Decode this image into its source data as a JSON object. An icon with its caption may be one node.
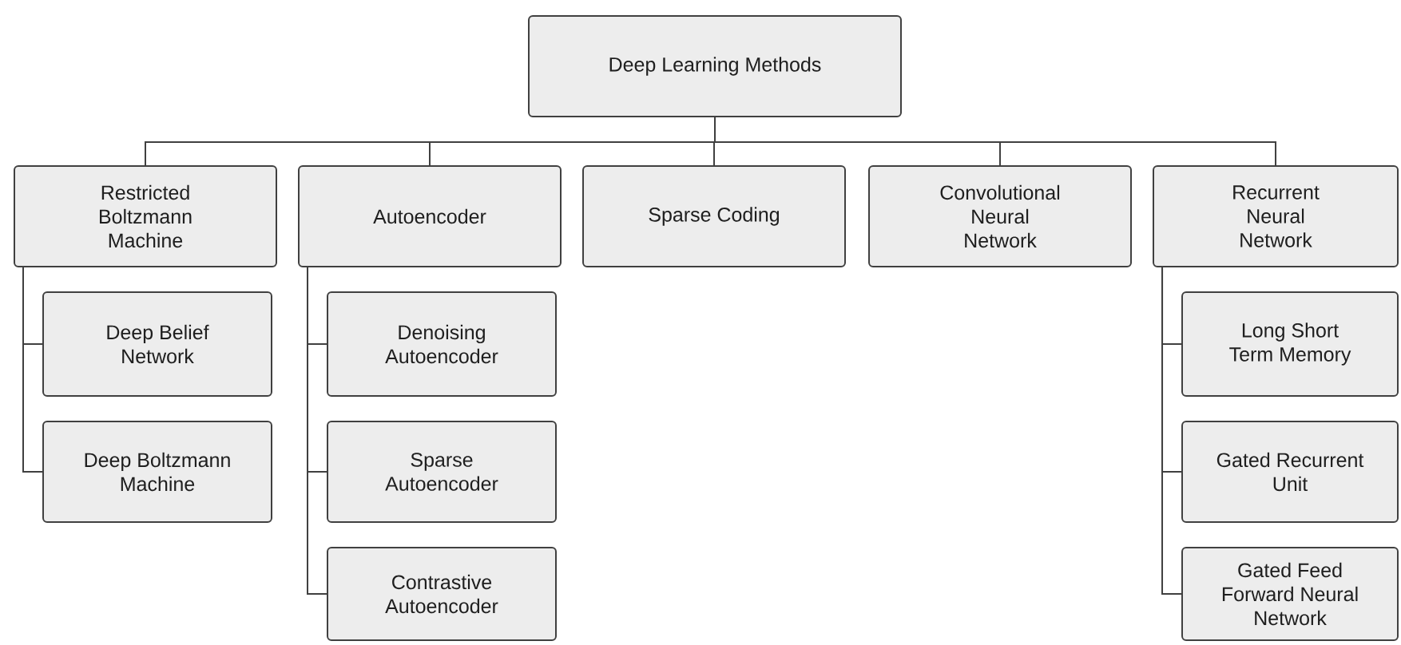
{
  "diagram": {
    "nodes": [
      {
        "text": [
          "Deep Learning Methods"
        ]
      },
      {
        "text": [
          "Restricted Boltzmann Machine"
        ]
      },
      {
        "text": [
          "Autoencoder"
        ]
      },
      {
        "text": [
          "Sparse Coding"
        ]
      },
      {
        "text": [
          "Convolutional Neural Network"
        ]
      },
      {
        "text": [
          "Recurrent Neural Network"
        ]
      },
      {
        "text": [
          "Deep Belief Network"
        ]
      },
      {
        "text": [
          "Deep Boltzmann Machine"
        ]
      },
      {
        "text": [
          "Denoising Autoencoder"
        ]
      },
      {
        "text": [
          "Sparse Autoencoder"
        ]
      },
      {
        "text": [
          "Contrastive Autoencoder"
        ]
      },
      {
        "text": [
          "Long Short Term Memory"
        ]
      },
      {
        "text": [
          "Gated Recurrent Unit"
        ]
      },
      {
        "text": [
          "Gated Feed Forward Neural Network"
        ]
      }
    ],
    "edges": [
      {
        "from": 0,
        "to": 1,
        "arrow": "none"
      },
      {
        "from": 0,
        "to": 2,
        "arrow": "none"
      },
      {
        "from": 0,
        "to": 3,
        "arrow": "none"
      },
      {
        "from": 0,
        "to": 4,
        "arrow": "none"
      },
      {
        "from": 0,
        "to": 5,
        "arrow": "none"
      },
      {
        "from": 1,
        "to": 6,
        "arrow": "none"
      },
      {
        "from": 1,
        "to": 7,
        "arrow": "none"
      },
      {
        "from": 2,
        "to": 8,
        "arrow": "none"
      },
      {
        "from": 2,
        "to": 9,
        "arrow": "none"
      },
      {
        "from": 2,
        "to": 10,
        "arrow": "none"
      },
      {
        "from": 5,
        "to": 11,
        "arrow": "none"
      },
      {
        "from": 5,
        "to": 12,
        "arrow": "none"
      },
      {
        "from": 5,
        "to": 13,
        "arrow": "none"
      }
    ]
  }
}
